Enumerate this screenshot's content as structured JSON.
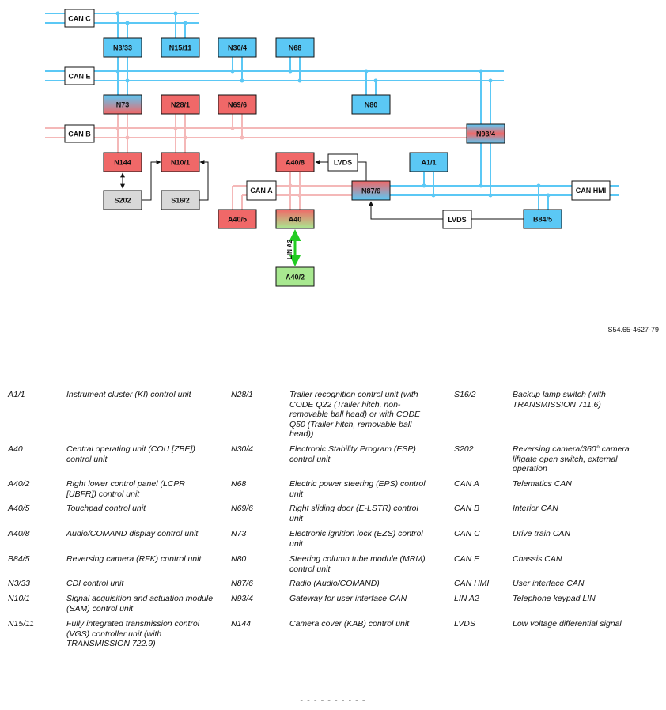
{
  "diagram": {
    "doc_id": "S54.65-4627-79",
    "colors": {
      "can_blue": "#5bc8f5",
      "can_pink": "#f4b8b8",
      "box_blue": "#5bc8f5",
      "box_red": "#f06868",
      "box_gray": "#d8d8d8",
      "box_green": "#a8e890",
      "lin_green": "#22cc22"
    },
    "buses": {
      "can_c": "CAN C",
      "can_e": "CAN E",
      "can_b": "CAN B",
      "can_a": "CAN A",
      "can_hmi": "CAN HMI",
      "lvds_1": "LVDS",
      "lvds_2": "LVDS",
      "lin_a2": "LIN A2"
    },
    "nodes": {
      "n3_33": "N3/33",
      "n15_11": "N15/11",
      "n30_4": "N30/4",
      "n68": "N68",
      "n73": "N73",
      "n28_1": "N28/1",
      "n69_6": "N69/6",
      "n80": "N80",
      "n93_4": "N93/4",
      "n144": "N144",
      "n10_1": "N10/1",
      "a40_8": "A40/8",
      "a1_1": "A1/1",
      "s202": "S202",
      "s16_2": "S16/2",
      "a40_5": "A40/5",
      "a40": "A40",
      "n87_6": "N87/6",
      "b84_5": "B84/5",
      "a40_2": "A40/2"
    }
  },
  "legend": [
    {
      "code": "A1/1",
      "desc": "Instrument cluster (KI) control unit"
    },
    {
      "code": "A40",
      "desc": "Central operating unit (COU [ZBE]) control unit"
    },
    {
      "code": "A40/2",
      "desc": "Right lower control panel (LCPR [UBFR]) control unit"
    },
    {
      "code": "A40/5",
      "desc": "Touchpad control unit"
    },
    {
      "code": "A40/8",
      "desc": "Audio/COMAND display control unit"
    },
    {
      "code": "B84/5",
      "desc": "Reversing camera (RFK) control unit"
    },
    {
      "code": "N3/33",
      "desc": "CDI control unit"
    },
    {
      "code": "N10/1",
      "desc": "Signal acquisition and actuation module (SAM) control unit"
    },
    {
      "code": "N15/11",
      "desc": "Fully integrated transmission control (VGS) controller unit (with TRANSMISSION 722.9)"
    },
    {
      "code": "N28/1",
      "desc": "Trailer recognition control unit (with CODE Q22 (Trailer hitch, non-removable ball head) or with CODE Q50 (Trailer hitch, removable ball head))"
    },
    {
      "code": "N30/4",
      "desc": "Electronic Stability Program (ESP) control unit"
    },
    {
      "code": "N68",
      "desc": "Electric power steering (EPS) control unit"
    },
    {
      "code": "N69/6",
      "desc": "Right sliding door (E-LSTR) control unit"
    },
    {
      "code": "N73",
      "desc": "Electronic ignition lock (EZS) control unit"
    },
    {
      "code": "N80",
      "desc": "Steering column tube module (MRM) control unit"
    },
    {
      "code": "N87/6",
      "desc": "Radio (Audio/COMAND)"
    },
    {
      "code": "N93/4",
      "desc": "Gateway for user interface CAN"
    },
    {
      "code": "N144",
      "desc": "Camera cover (KAB) control unit"
    },
    {
      "code": "S16/2",
      "desc": "Backup lamp switch (with TRANSMISSION 711.6)"
    },
    {
      "code": "S202",
      "desc": "Reversing camera/360° camera liftgate open switch, external operation"
    },
    {
      "code": "CAN A",
      "desc": "Telematics CAN"
    },
    {
      "code": "CAN B",
      "desc": "Interior CAN"
    },
    {
      "code": "CAN C",
      "desc": "Drive train CAN"
    },
    {
      "code": "CAN E",
      "desc": "Chassis CAN"
    },
    {
      "code": "CAN HMI",
      "desc": "User interface CAN"
    },
    {
      "code": "LIN A2",
      "desc": "Telephone keypad LIN"
    },
    {
      "code": "LVDS",
      "desc": "Low voltage differential signal"
    }
  ],
  "footer": "- - - - - - - - - -"
}
